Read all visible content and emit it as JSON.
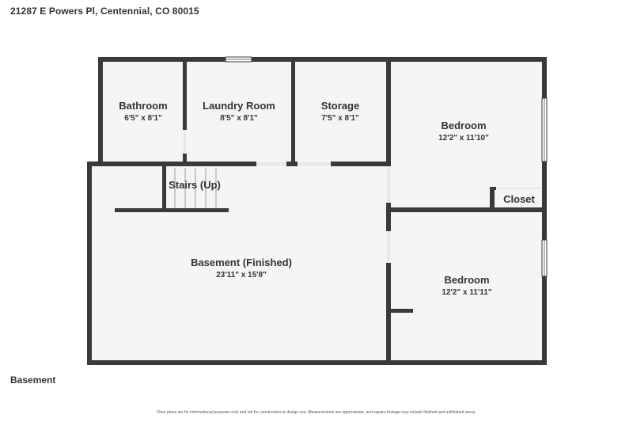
{
  "header": {
    "address": "21287 E Powers Pl, Centennial, CO 80015"
  },
  "floor_label": "Basement",
  "disclaimer": "Floor plans are for informational purposes only and not for construction or design use. Measurements are approximate, and square footage may include finished and unfinished areas.",
  "rooms": {
    "bathroom": {
      "name": "Bathroom",
      "dim": "6'5\" x 8'1\""
    },
    "laundry": {
      "name": "Laundry Room",
      "dim": "8'5\" x 8'1\""
    },
    "storage": {
      "name": "Storage",
      "dim": "7'5\" x 8'1\""
    },
    "bedroom1": {
      "name": "Bedroom",
      "dim": "12'2\" x 11'10\""
    },
    "closet": {
      "name": "Closet"
    },
    "stairs": {
      "name": "Stairs (Up)"
    },
    "basement": {
      "name": "Basement (Finished)",
      "dim": "23'11\" x 15'8\""
    },
    "bedroom2": {
      "name": "Bedroom",
      "dim": "12'2\" x 11'11\""
    }
  },
  "colors": {
    "wall": "#3a3a3a",
    "floor": "#f5f5f5",
    "opening": "#ffffff"
  }
}
